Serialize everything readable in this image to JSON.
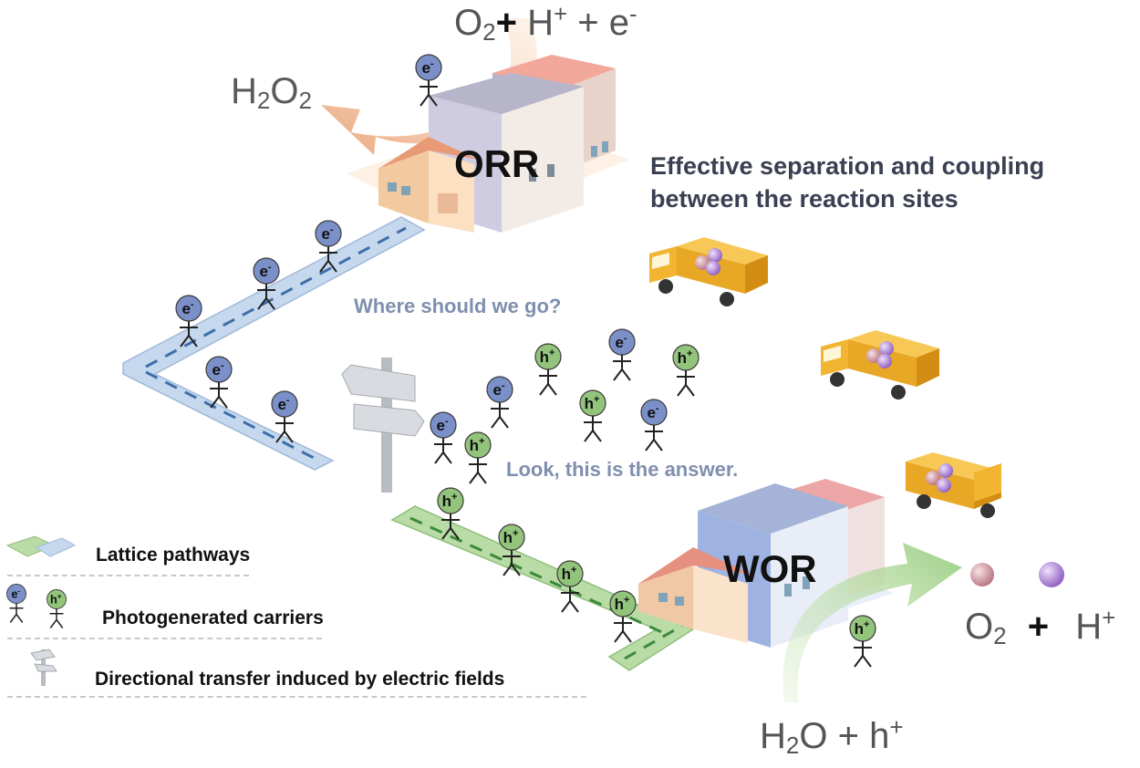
{
  "orr": {
    "label": "ORR",
    "input": {
      "o2": "O",
      "o2_sub": "2",
      "plus1": "+",
      "h": "H",
      "h_sup": "+",
      "plus2": "+",
      "e": "e",
      "e_sup": "-"
    },
    "output": {
      "h": "H",
      "h_sub": "2",
      "o": "O",
      "o_sub": "2"
    }
  },
  "wor": {
    "label": "WOR",
    "input": {
      "h": "H",
      "h_sub": "2",
      "o": "O",
      "plus": "+",
      "hole": "h",
      "hole_sup": "+"
    },
    "output": {
      "o": "O",
      "o_sub": "2",
      "plus": "+",
      "h": "H",
      "h_sup": "+"
    }
  },
  "headline": {
    "line1": "Effective separation and coupling",
    "line2": "between the reaction sites"
  },
  "questions": {
    "where": "Where should we go?",
    "answer": "Look, this is the answer."
  },
  "carriers": {
    "electron": "e",
    "electron_sup": "-",
    "hole": "h",
    "hole_sup": "+"
  },
  "legend": {
    "lattice": "Lattice pathways",
    "carriers": "Photogenerated carriers",
    "transfer": "Directional transfer induced by electric fields"
  },
  "colors": {
    "electron_fill": "#7b8fc8",
    "hole_fill": "#92c47c",
    "blue_road": "#c6d8ee",
    "green_road": "#b9dba6",
    "truck": "#f2b531",
    "o2_particle": "#d99da8",
    "h_particle": "#b48ad8"
  }
}
